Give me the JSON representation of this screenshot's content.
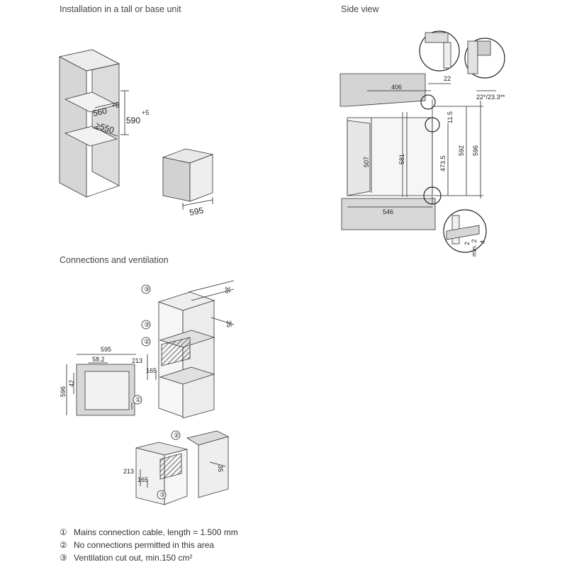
{
  "titles": {
    "installation": "Installation in a tall or base unit",
    "side_view": "Side view",
    "connections": "Connections and ventilation"
  },
  "dims": {
    "niche_w": "560",
    "niche_w_tol": "+8",
    "niche_h": "590",
    "niche_h_tol": "+5",
    "niche_d": "≥550",
    "oven_w": "595",
    "sv_406": "406",
    "sv_22": "22",
    "sv_22_233": "22*/23.3**",
    "sv_115": "11.5",
    "sv_507": "507",
    "sv_581": "581",
    "sv_4735": "473.5",
    "sv_592": "592",
    "sv_596": "596",
    "sv_546": "546",
    "sv_2": "2",
    "sv_min2": "min. 2",
    "sv_4": "4",
    "cv_595": "595",
    "cv_582": "58.2",
    "cv_42": "42",
    "cv_596": "596",
    "cv_213": "213",
    "cv_165": "165",
    "cv_35a": "35",
    "cv_35b": "35",
    "cv_213b": "213",
    "cv_165b": "165",
    "cv_35c": "35"
  },
  "markers": {
    "m1": "①",
    "m2": "②",
    "m3": "③"
  },
  "legend": [
    {
      "num": "①",
      "text": "Mains connection cable, length = 1.500 mm"
    },
    {
      "num": "②",
      "text": "No connections permitted in this area"
    },
    {
      "num": "③",
      "text": "Ventilation cut out, min.150 cm²"
    }
  ]
}
